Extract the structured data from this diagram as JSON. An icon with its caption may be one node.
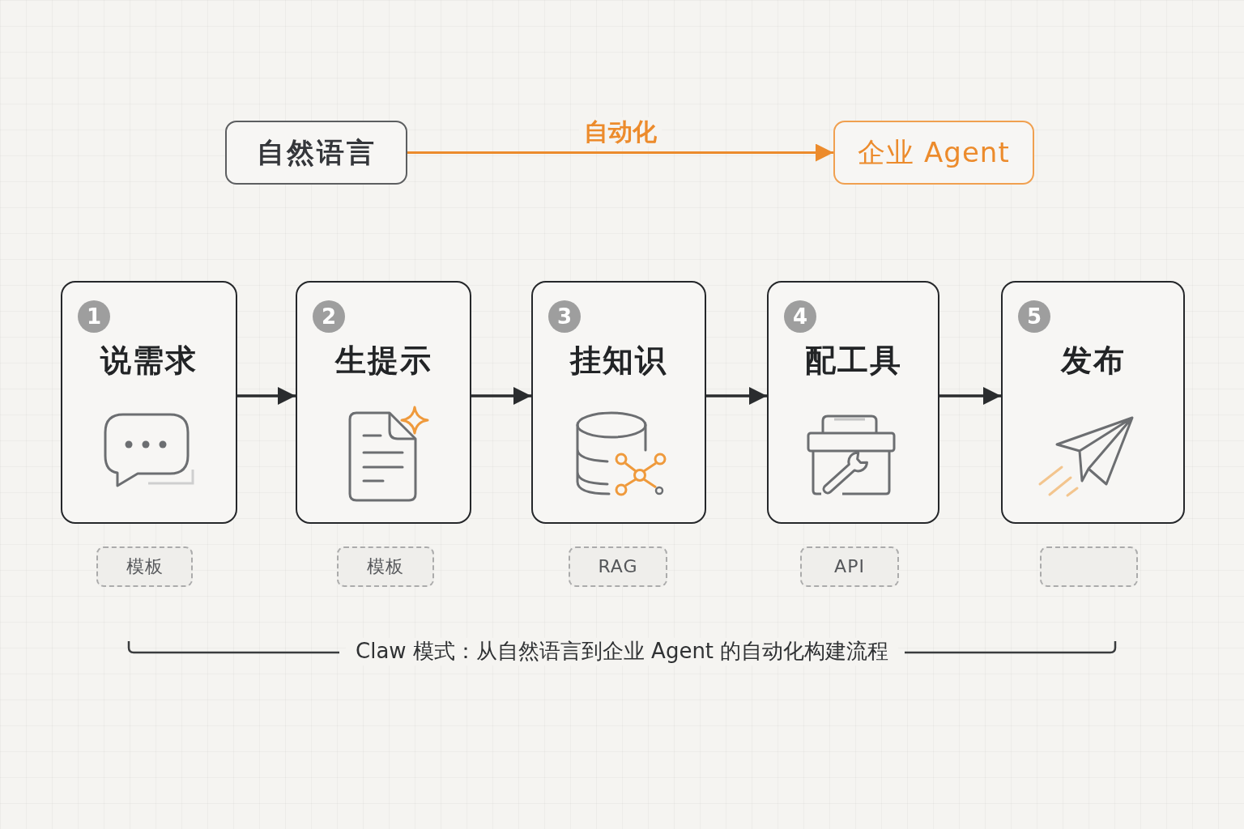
{
  "diagram": {
    "caption": "Claw 模式：从自然语言到企业 Agent 的自动化构建流程",
    "nodes": [
      {
        "text": [
          "自然语言"
        ]
      },
      {
        "text": [
          "企业 Agent"
        ]
      },
      {
        "text": [
          "说需求"
        ]
      },
      {
        "text": [
          "1"
        ],
        "in": 2
      },
      {
        "text": [
          "生提示"
        ]
      },
      {
        "text": [
          "2"
        ],
        "in": 4
      },
      {
        "text": [
          "挂知识"
        ]
      },
      {
        "text": [
          "3"
        ],
        "in": 6
      },
      {
        "text": [
          "配工具"
        ]
      },
      {
        "text": [
          "4"
        ],
        "in": 8
      },
      {
        "text": [
          "发布"
        ]
      },
      {
        "text": [
          "5"
        ],
        "in": 10
      },
      {
        "text": [
          "模板"
        ]
      },
      {
        "text": [
          "模板"
        ]
      },
      {
        "text": [
          "RAG"
        ]
      },
      {
        "text": [
          "API"
        ]
      },
      {
        "text": [],
        "shape": "box"
      }
    ],
    "edges": [
      {
        "from": 0,
        "to": 1,
        "arrow": "to",
        "label": "自动化",
        "color": "#ec8b2c"
      },
      {
        "from": 2,
        "to": 4,
        "arrow": "to"
      },
      {
        "from": 4,
        "to": 6,
        "arrow": "to"
      },
      {
        "from": 6,
        "to": 8,
        "arrow": "to"
      },
      {
        "from": 8,
        "to": 10,
        "arrow": "to"
      }
    ]
  }
}
